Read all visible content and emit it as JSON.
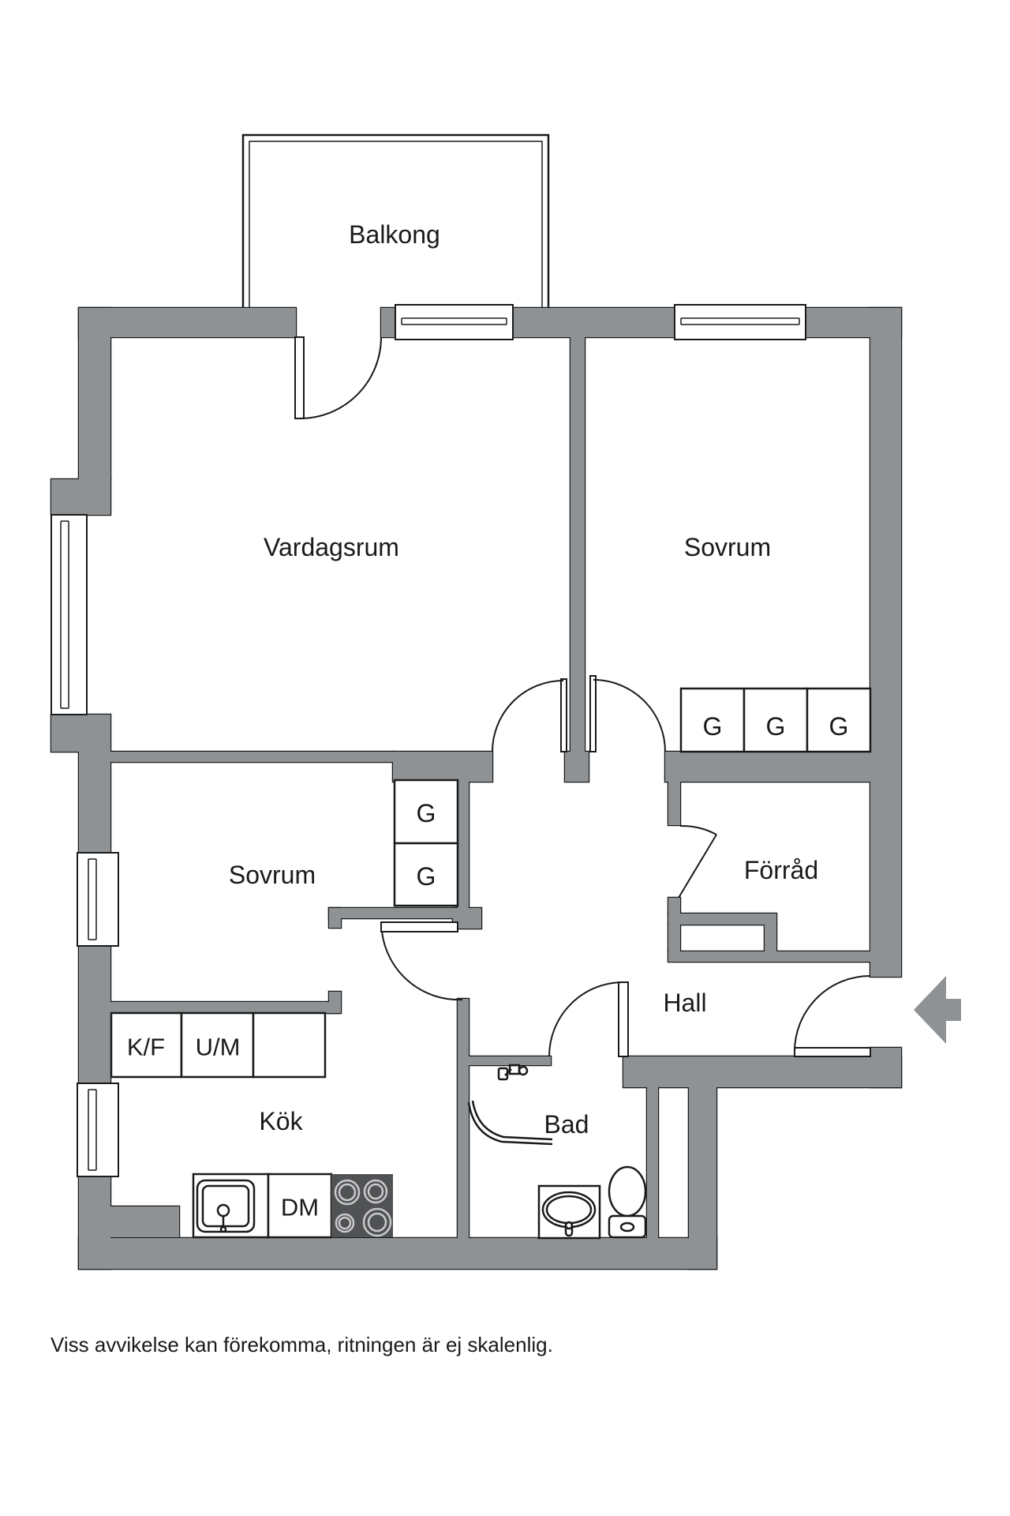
{
  "plan": {
    "rooms": {
      "balkong": "Balkong",
      "vardagsrum": "Vardagsrum",
      "sovrum_top": "Sovrum",
      "sovrum_left": "Sovrum",
      "forrad": "Förråd",
      "hall": "Hall",
      "kok": "Kök",
      "bad": "Bad"
    },
    "storage": {
      "wardrobe": "G"
    },
    "appliances": {
      "fridge_freezer": "K/F",
      "oven_micro": "U/M",
      "dishwasher": "DM"
    },
    "footer": {
      "disclaimer": "Viss avvikelse kan förekomma, ritningen är ej skalenlig."
    },
    "colors": {
      "wall": "#8F9294",
      "line": "#1A1A1A",
      "text": "#1A1A1A",
      "stove": "#515254",
      "burner": "#C9CACB"
    }
  }
}
